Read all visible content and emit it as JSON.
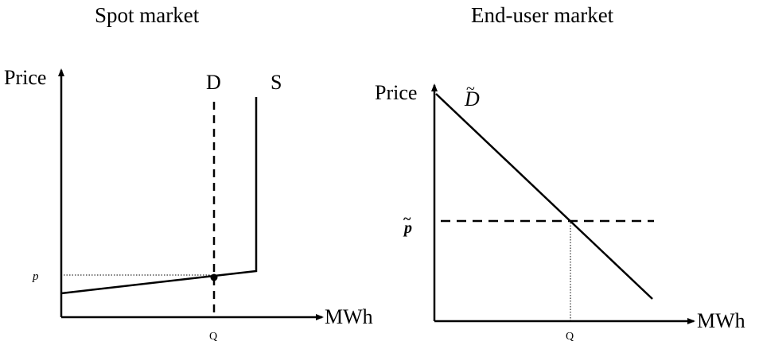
{
  "spot_market": {
    "title": "Spot market",
    "y_axis_label": "Price",
    "x_axis_label": "MWh",
    "demand_label": "D",
    "supply_label": "S",
    "price_label": "p",
    "quantity_label": "Q"
  },
  "end_user_market": {
    "title": "End-user market",
    "y_axis_label": "Price",
    "x_axis_label": "MWh",
    "demand_label": "D",
    "demand_accent": "~",
    "price_label": "p",
    "price_accent": "~",
    "quantity_label": "Q"
  },
  "colors": {
    "ink": "#000000",
    "background": "#ffffff"
  }
}
